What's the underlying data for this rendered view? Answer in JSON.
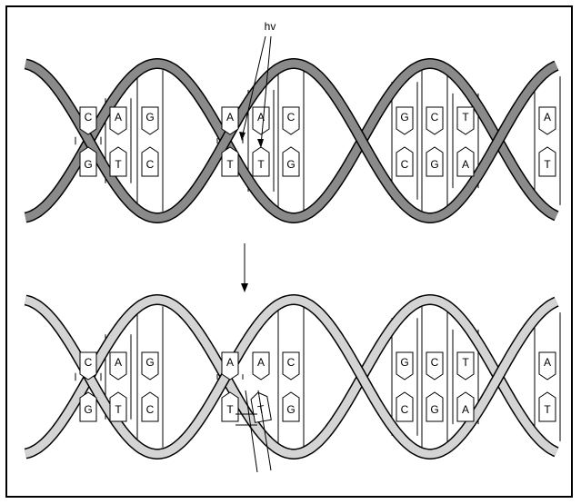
{
  "label_hv": "hv",
  "top_pairs": [
    {
      "top": "C",
      "bottom": "G"
    },
    {
      "top": "A",
      "bottom": "T"
    },
    {
      "top": "G",
      "bottom": "C"
    },
    {
      "top": "A",
      "bottom": "T"
    },
    {
      "top": "A",
      "bottom": "T"
    },
    {
      "top": "C",
      "bottom": "G"
    },
    {
      "top": "G",
      "bottom": "C"
    },
    {
      "top": "C",
      "bottom": "G"
    },
    {
      "top": "T",
      "bottom": "A"
    },
    {
      "top": "A",
      "bottom": "T"
    }
  ],
  "bottom_pairs": [
    {
      "top": "C",
      "bottom": "G"
    },
    {
      "top": "A",
      "bottom": "T"
    },
    {
      "top": "G",
      "bottom": "C"
    },
    {
      "top": "A",
      "bottom": "T"
    },
    {
      "top": "A",
      "bottom": "T"
    },
    {
      "top": "C",
      "bottom": "G"
    },
    {
      "top": "G",
      "bottom": "C"
    },
    {
      "top": "C",
      "bottom": "G"
    },
    {
      "top": "T",
      "bottom": "A"
    },
    {
      "top": "A",
      "bottom": "T"
    }
  ]
}
